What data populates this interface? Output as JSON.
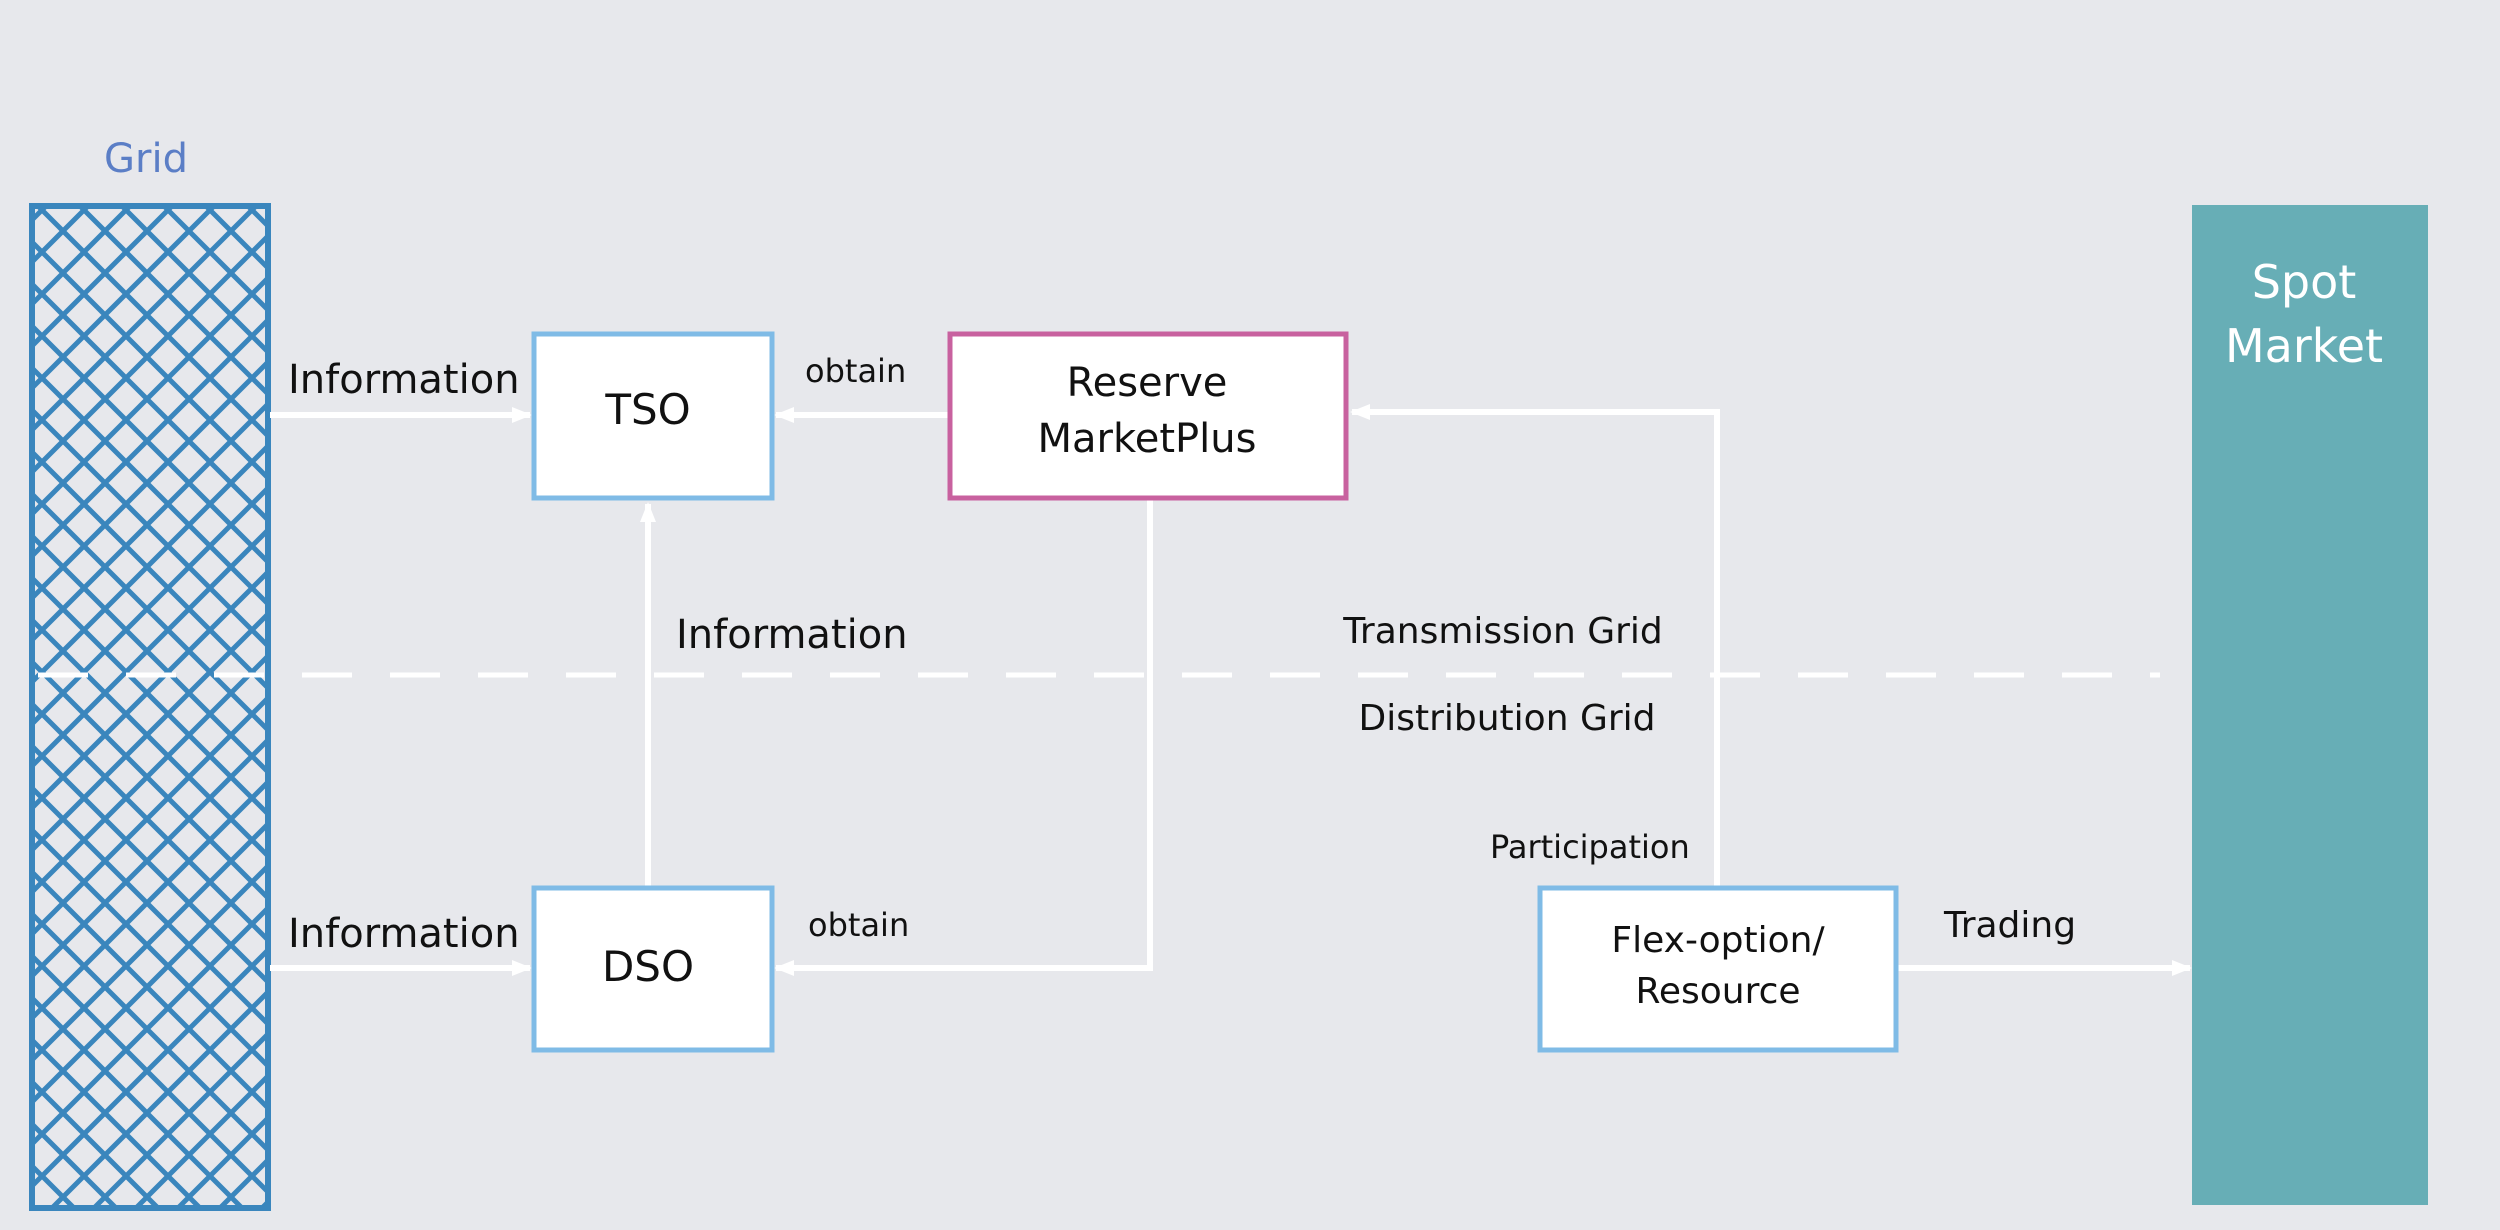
{
  "grid": {
    "title": "Grid"
  },
  "spot_market": {
    "line1": "Spot",
    "line2": "Market"
  },
  "nodes": {
    "tso": {
      "label": "TSO"
    },
    "dso": {
      "label": "DSO"
    },
    "reserve": {
      "line1": "Reserve",
      "line2": "MarketPlus"
    },
    "flex": {
      "line1": "Flex-option/",
      "line2": "Resource"
    }
  },
  "edges": {
    "grid_tso": "Information",
    "grid_dso": "Information",
    "dso_tso": "Information",
    "reserve_tso": "obtain",
    "reserve_dso": "obtain",
    "flex_reserve": "Participation",
    "flex_spot": "Trading"
  },
  "zones": {
    "upper": "Transmission Grid",
    "lower": "Distribution Grid"
  },
  "colors": {
    "background": "#e7e8ec",
    "grid_blue": "#3a86bd",
    "grid_title": "#5b7ec6",
    "box_border": "#7fbbe6",
    "reserve_border": "#c8619f",
    "spot_market": "#67aeb6",
    "arrow": "#ffffff"
  }
}
